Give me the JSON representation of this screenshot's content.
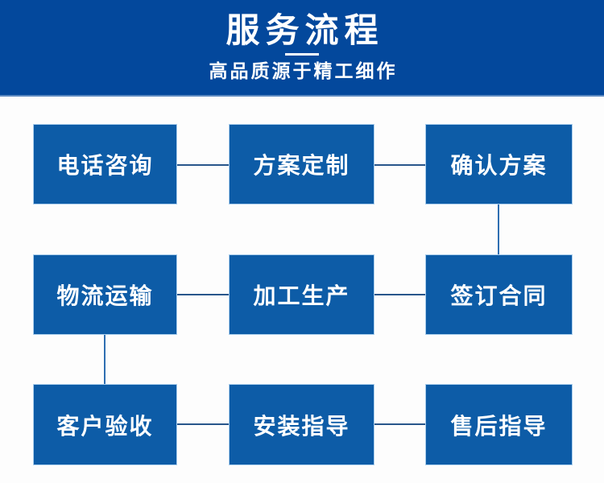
{
  "header": {
    "title": "服务流程",
    "subtitle": "高品质源于精工细作",
    "bg_color": "#03489c",
    "text_color": "#ffffff"
  },
  "flowchart": {
    "box_color": "#0d5ca7",
    "box_border_color": "#a9cdec",
    "box_text_color": "#ffffff",
    "connector_color_horizontal": "#28568b",
    "connector_color_vertical": "#2f6fb2",
    "steps": [
      {
        "label": "电话咨询"
      },
      {
        "label": "方案定制"
      },
      {
        "label": "确认方案"
      },
      {
        "label": "物流运输"
      },
      {
        "label": "加工生产"
      },
      {
        "label": "签订合同"
      },
      {
        "label": "客户验收"
      },
      {
        "label": "安装指导"
      },
      {
        "label": "售后指导"
      }
    ],
    "connections": [
      {
        "from": 0,
        "to": 1,
        "type": "horizontal"
      },
      {
        "from": 1,
        "to": 2,
        "type": "horizontal"
      },
      {
        "from": 2,
        "to": 5,
        "type": "vertical"
      },
      {
        "from": 5,
        "to": 4,
        "type": "horizontal"
      },
      {
        "from": 4,
        "to": 3,
        "type": "horizontal"
      },
      {
        "from": 3,
        "to": 6,
        "type": "vertical"
      },
      {
        "from": 6,
        "to": 7,
        "type": "horizontal"
      },
      {
        "from": 7,
        "to": 8,
        "type": "horizontal"
      }
    ]
  }
}
